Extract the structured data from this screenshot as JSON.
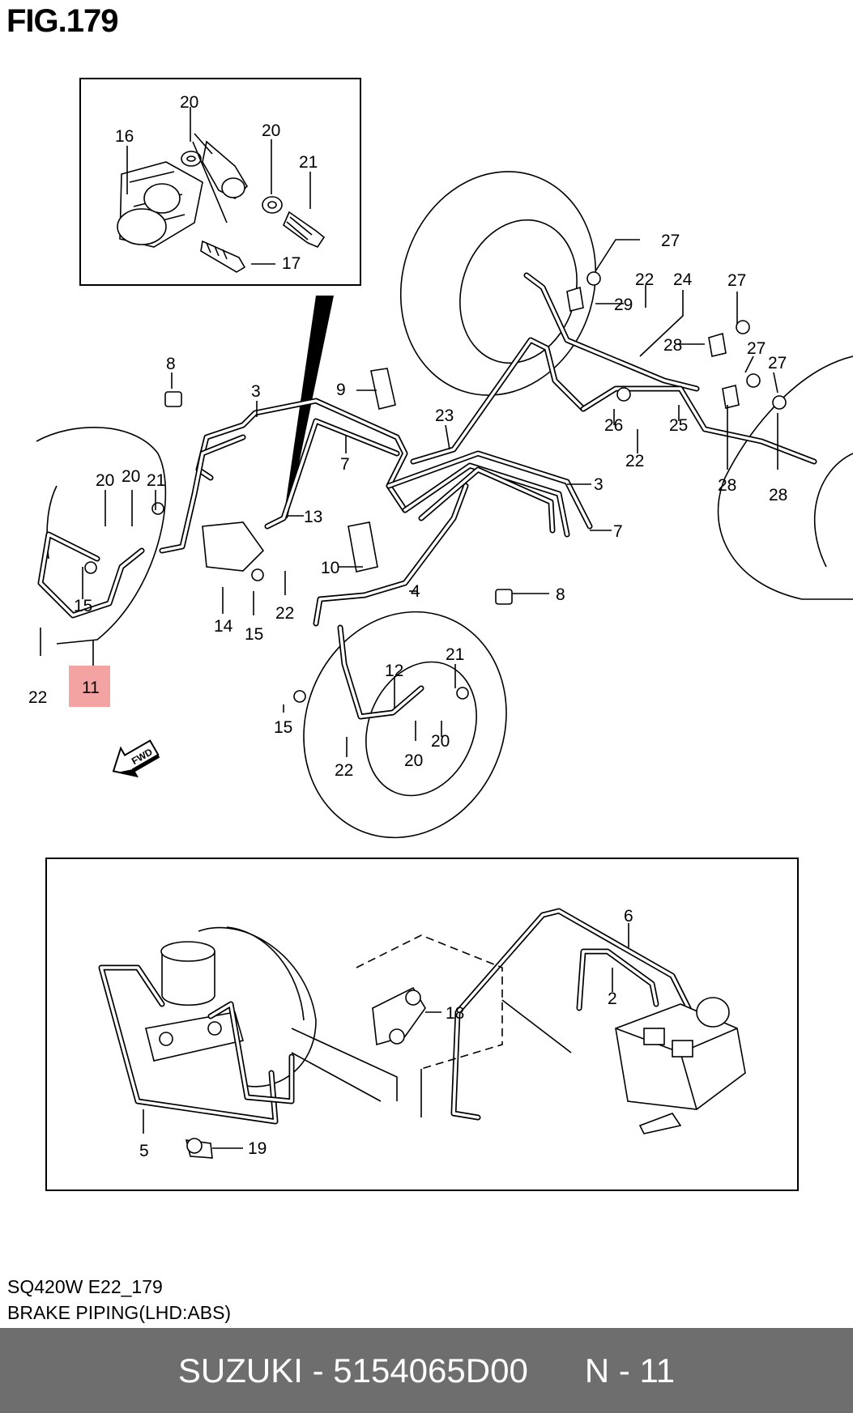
{
  "figure": {
    "title": "FIG.179"
  },
  "callouts": {
    "c2": "2",
    "c3a": "3",
    "c3b": "3",
    "c4": "4",
    "c5": "5",
    "c6": "6",
    "c7a": "7",
    "c7b": "7",
    "c8a": "8",
    "c8b": "8",
    "c9": "9",
    "c10": "10",
    "c11": "11",
    "c12": "12",
    "c13": "13",
    "c14": "14",
    "c15a": "15",
    "c15b": "15",
    "c15c": "15",
    "c16": "16",
    "c17": "17",
    "c18": "18",
    "c19": "19",
    "c20a": "20",
    "c20b": "20",
    "c20c": "20",
    "c20d": "20",
    "c20e": "20",
    "c20f": "20",
    "c21a": "21",
    "c21b": "21",
    "c21c": "21",
    "c22a": "22",
    "c22b": "22",
    "c22c": "22",
    "c22d": "22",
    "c22e": "22",
    "c23": "23",
    "c24": "24",
    "c25": "25",
    "c26": "26",
    "c27a": "27",
    "c27b": "27",
    "c27c": "27",
    "c27d": "27",
    "c28a": "28",
    "c28b": "28",
    "c28c": "28",
    "c29": "29"
  },
  "fwd_label": "FWD",
  "highlight_color": "#f4a3a3",
  "footer": {
    "model_code": "SQ420W E22_179",
    "description": "BRAKE PIPING(LHD:ABS)",
    "brand": "SUZUKI",
    "separator": "-",
    "part_number": "5154065D00",
    "page": "N - 11",
    "bar_color": "#6e6e6e"
  },
  "icons": [
    "fwd-arrow-icon"
  ]
}
